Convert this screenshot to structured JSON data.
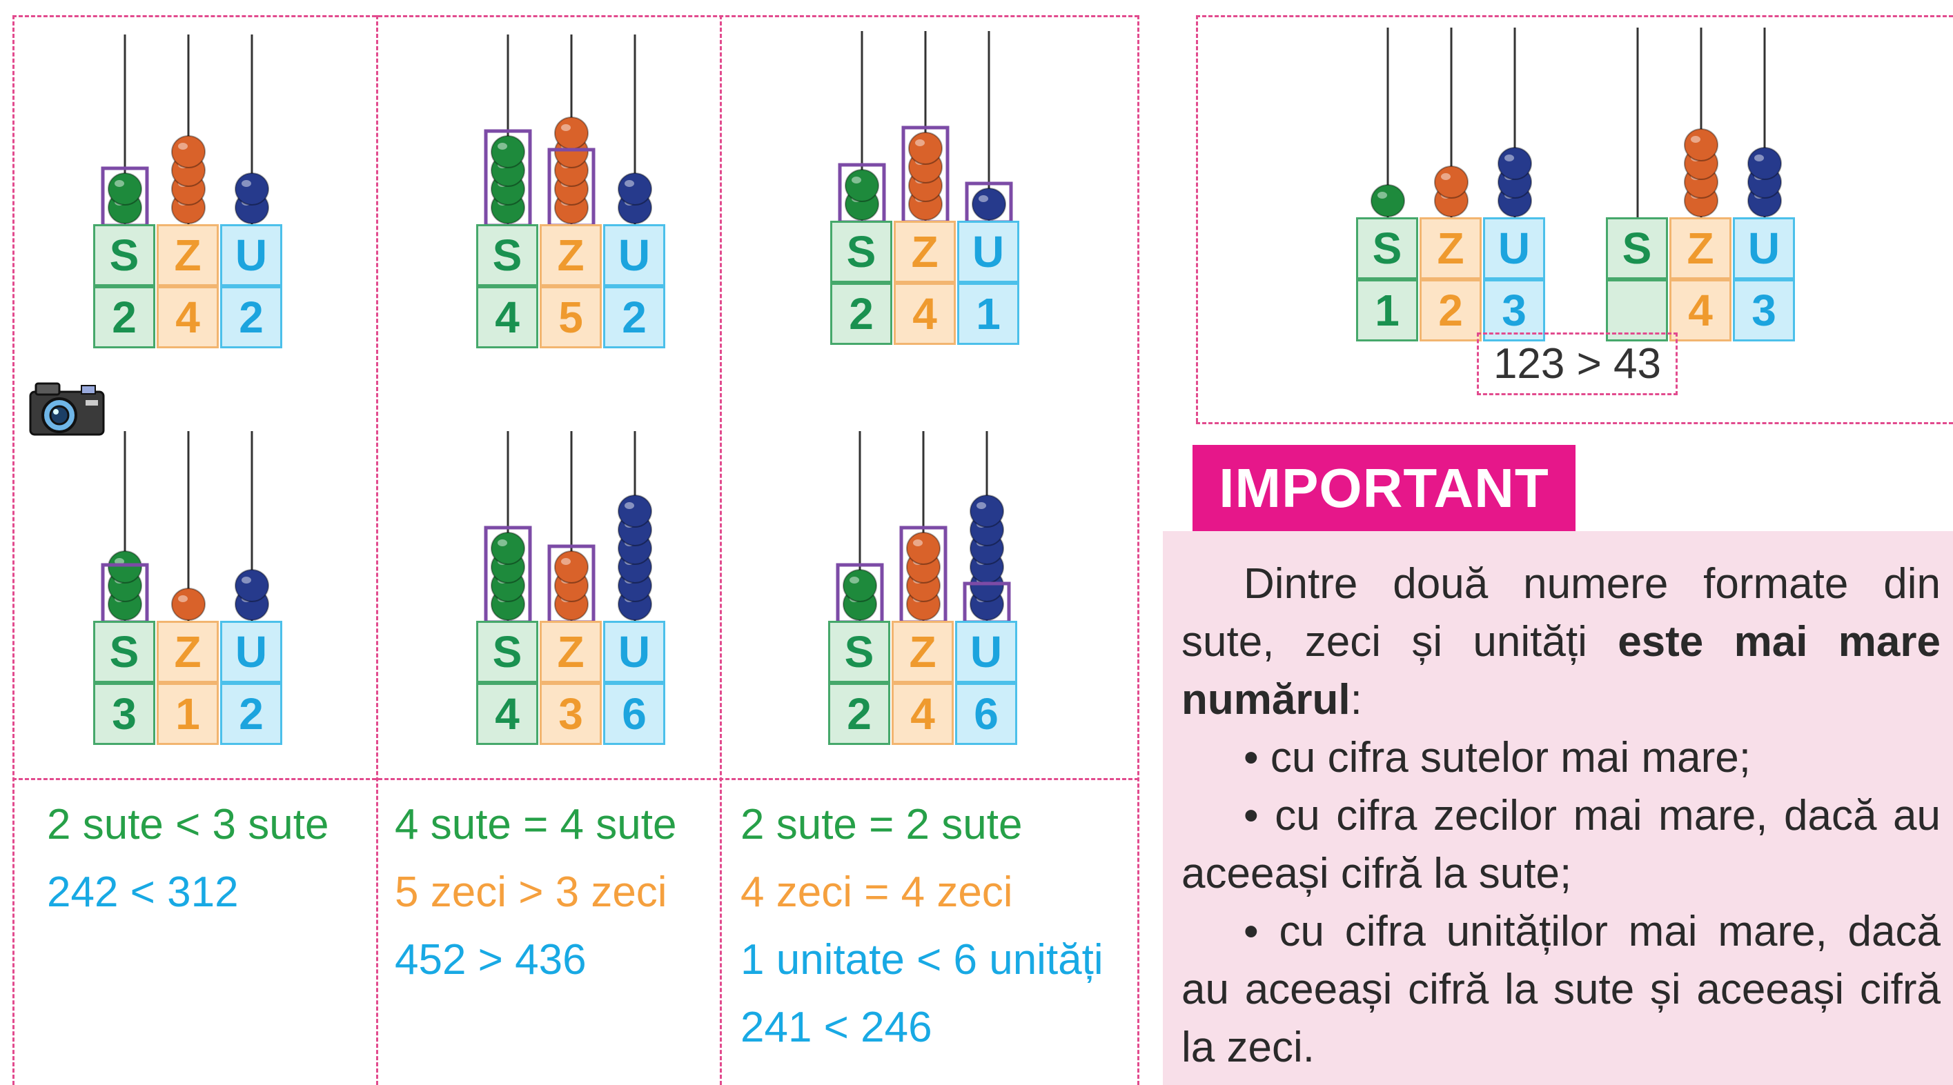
{
  "columns": [
    "S",
    "Z",
    "U"
  ],
  "abacuses": [
    {
      "id": "a1",
      "digits": [
        "2",
        "4",
        "2"
      ],
      "beads": [
        2,
        4,
        2
      ],
      "boxed": [
        2,
        0,
        0
      ]
    },
    {
      "id": "a2",
      "digits": [
        "4",
        "5",
        "2"
      ],
      "beads": [
        4,
        5,
        2
      ],
      "boxed": [
        4,
        3,
        0
      ]
    },
    {
      "id": "a3",
      "digits": [
        "2",
        "4",
        "1"
      ],
      "beads": [
        2,
        4,
        1
      ],
      "boxed": [
        2,
        4,
        1
      ]
    },
    {
      "id": "a4",
      "digits": [
        "3",
        "1",
        "2"
      ],
      "beads": [
        3,
        1,
        2
      ],
      "boxed": [
        2,
        0,
        0
      ]
    },
    {
      "id": "a5",
      "digits": [
        "4",
        "3",
        "6"
      ],
      "beads": [
        4,
        3,
        6
      ],
      "boxed": [
        4,
        3,
        0
      ]
    },
    {
      "id": "a6",
      "digits": [
        "2",
        "4",
        "6"
      ],
      "beads": [
        2,
        4,
        6
      ],
      "boxed": [
        2,
        4,
        1
      ]
    },
    {
      "id": "a7",
      "digits": [
        "1",
        "2",
        "3"
      ],
      "beads": [
        1,
        2,
        3
      ],
      "boxed": [
        0,
        0,
        0
      ]
    },
    {
      "id": "a8",
      "digits": [
        "",
        "4",
        "3"
      ],
      "beads": [
        0,
        4,
        3
      ],
      "boxed": [
        0,
        0,
        0
      ]
    }
  ],
  "comparisons": {
    "col1": {
      "line1": "2 sute < 3 sute",
      "line2": "242 < 312"
    },
    "col2": {
      "line1": "4 sute = 4 sute",
      "line2": "5 zeci > 3 zeci",
      "line3": "452 > 436"
    },
    "col3": {
      "line1": "2 sute = 2 sute",
      "line2": "4 zeci = 4 zeci",
      "line3": "1 unitate < 6 unități",
      "line4": "241 < 246"
    }
  },
  "example_label": "123 > 43",
  "important": {
    "title": "IMPORTANT",
    "intro": "Dintre două numere formate din sute, zeci și unități ",
    "intro_bold": "este mai mare numărul",
    "intro_end": ":",
    "bullet1": "• cu cifra sutelor mai mare;",
    "bullet2": "• cu cifra zecilor mai mare, dacă au aceeași cifră la sute;",
    "bullet3": "• cu cifra unităților mai mare, dacă au aceeași cifră la sute și aceeași cifră la zeci."
  },
  "colors": {
    "hundreds_bead": "#1e8a3c",
    "tens_bead": "#d9622a",
    "units_bead": "#263a8c",
    "highlight_box": "#7c4ba6",
    "accent_pink": "#e6178a"
  },
  "icons": {
    "camera": "camera-icon"
  }
}
